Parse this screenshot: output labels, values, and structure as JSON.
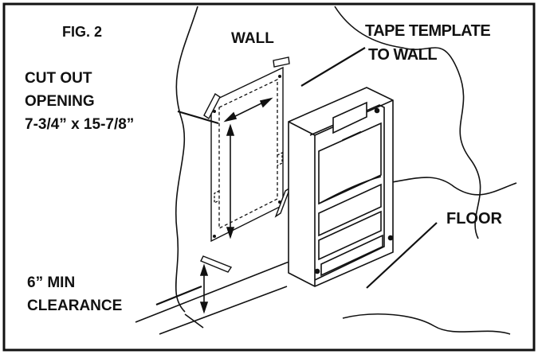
{
  "figure": {
    "label": "FIG. 2",
    "wall_label": "WALL",
    "tape_label_line1": "TAPE TEMPLATE",
    "tape_label_line2": "TO WALL",
    "cutout_line1": "CUT OUT",
    "cutout_line2": "OPENING",
    "cutout_line3": "7-3/4” x 15-7/8”",
    "floor_label": "FLOOR",
    "clearance_line1": "6” MIN",
    "clearance_line2": "CLEARANCE"
  },
  "colors": {
    "ink": "#111111",
    "background": "#ffffff"
  },
  "icons": [
    "mounting-template",
    "tape-strip",
    "wall-unit",
    "dimension-arrow"
  ]
}
